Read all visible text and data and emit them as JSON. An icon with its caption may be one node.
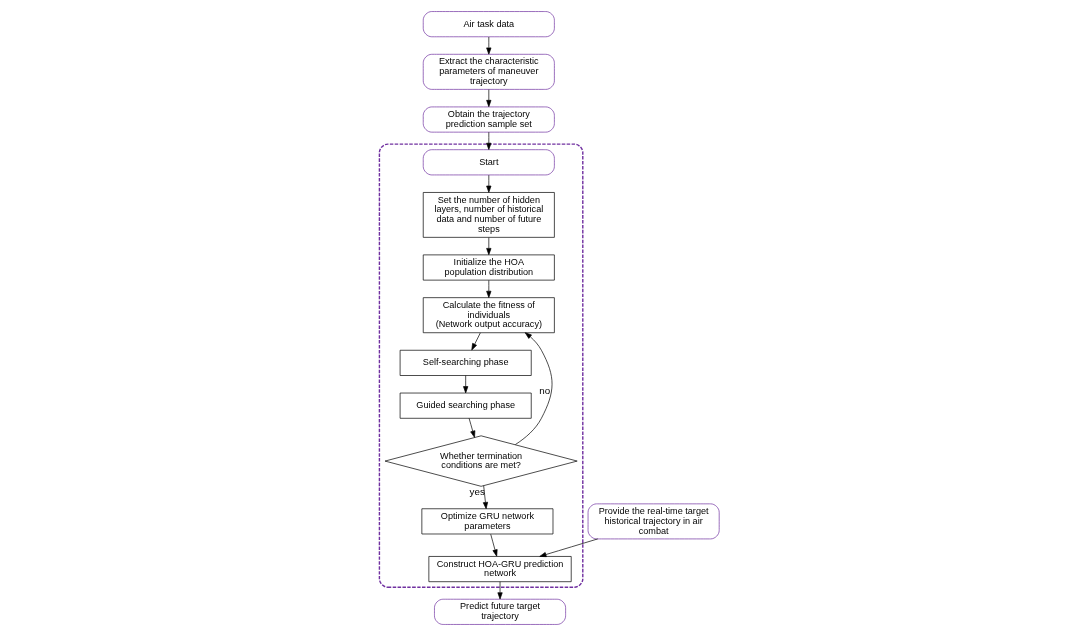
{
  "diagram": {
    "nodes": [
      {
        "text": [
          "Air task data"
        ]
      },
      {
        "text": [
          "Extract the characteristic parameters of maneuver trajectory"
        ]
      },
      {
        "text": [
          "Obtain the trajectory prediction sample set"
        ]
      },
      {
        "text": [
          "Provide the real-time target historical trajectory in air combat"
        ]
      },
      {
        "text": [
          "Predict future target trajectory"
        ]
      },
      {
        "text": [],
        "shape": "box"
      },
      {
        "text": [
          "Start"
        ],
        "in": 5
      },
      {
        "text": [
          "Set the number of hidden layers, number of historical data and number of future steps"
        ],
        "in": 5
      },
      {
        "text": [
          "Optimize GRU network parameters"
        ],
        "in": 5
      },
      {
        "text": [
          "Construct HOA-GRU prediction network"
        ],
        "in": 5
      },
      {
        "text": [
          "Initialize the HOA population distribution"
        ],
        "in": 5
      },
      {
        "text": [
          "Calculate the fitness of individuals",
          "(Network output accuracy)"
        ],
        "in": 5
      },
      {
        "text": [
          "Self-searching phase"
        ],
        "in": 5
      },
      {
        "text": [
          "Guided searching phase"
        ],
        "in": 5
      },
      {
        "text": [
          "Whether termination conditions are met?"
        ],
        "in": 5
      }
    ],
    "edges": [
      {
        "from": 0,
        "to": 1,
        "arrow": "to"
      },
      {
        "from": 1,
        "to": 2,
        "arrow": "to"
      },
      {
        "from": 2,
        "to": 6,
        "arrow": "to"
      },
      {
        "from": 6,
        "to": 7,
        "arrow": "to"
      },
      {
        "from": 7,
        "to": 10,
        "arrow": "to"
      },
      {
        "from": 10,
        "to": 11,
        "arrow": "to"
      },
      {
        "from": 11,
        "to": 12,
        "arrow": "to"
      },
      {
        "from": 12,
        "to": 13,
        "arrow": "to"
      },
      {
        "from": 13,
        "to": 14,
        "arrow": "to"
      },
      {
        "from": 14,
        "to": 8,
        "arrow": "to",
        "label": "yes"
      },
      {
        "from": 14,
        "to": 11,
        "arrow": "to",
        "label": "no"
      },
      {
        "from": 8,
        "to": 9,
        "arrow": "to"
      },
      {
        "from": 3,
        "to": 9,
        "arrow": "to"
      },
      {
        "from": 9,
        "to": 4,
        "arrow": "to"
      }
    ]
  }
}
